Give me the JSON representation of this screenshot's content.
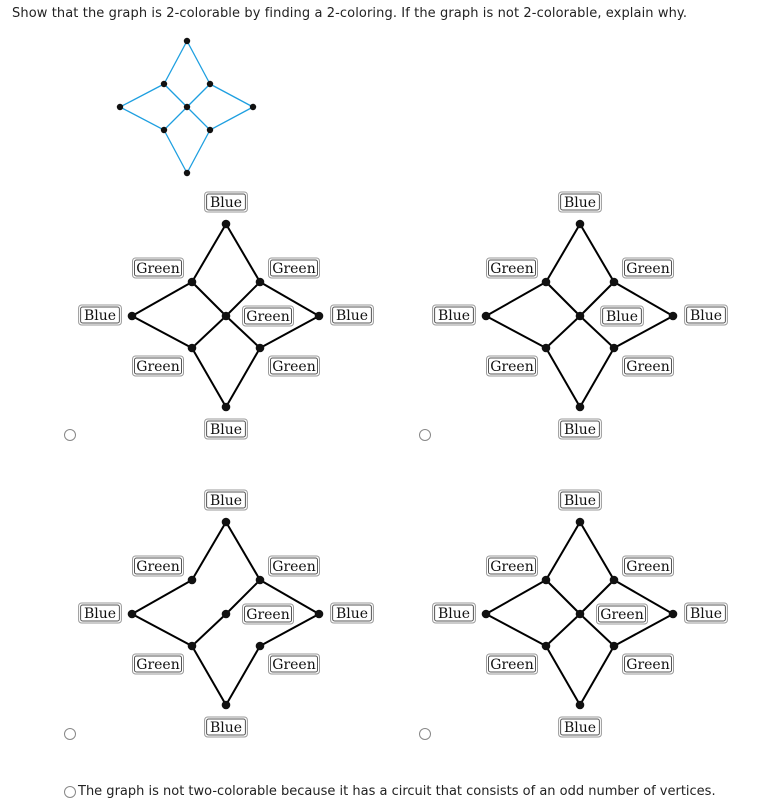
{
  "question": "Show that the graph is 2-colorable by finding a 2-coloring. If the graph is not 2-colorable, explain why.",
  "colors": {
    "edge_original": "#1e9fe0",
    "edge_option": "#000000",
    "vertex": "#111111",
    "label_border": "#777777"
  },
  "options": [
    {
      "labels": {
        "top": "Blue",
        "ul": "Green",
        "ur": "Green",
        "left": "Blue",
        "center": "Green",
        "right": "Blue",
        "ll": "Green",
        "lr": "Green",
        "bottom": "Blue"
      }
    },
    {
      "labels": {
        "top": "Blue",
        "ul": "Green",
        "ur": "Green",
        "left": "Blue",
        "center": "Blue",
        "right": "Blue",
        "ll": "Green",
        "lr": "Green",
        "bottom": "Blue"
      }
    },
    {
      "labels": {
        "top": "Blue",
        "ul": "Green",
        "ur": "Green",
        "left": "Blue",
        "center": "Green",
        "right": "Blue",
        "ll": "Green",
        "lr": "Green",
        "bottom": "Blue"
      }
    },
    {
      "labels": {
        "top": "Blue",
        "ul": "Green",
        "ur": "Green",
        "left": "Blue",
        "center": "Green",
        "right": "Blue",
        "ll": "Green",
        "lr": "Green",
        "bottom": "Blue"
      }
    }
  ],
  "final_option": "The graph is not two-colorable because it has a circuit that consists of an odd number of vertices."
}
